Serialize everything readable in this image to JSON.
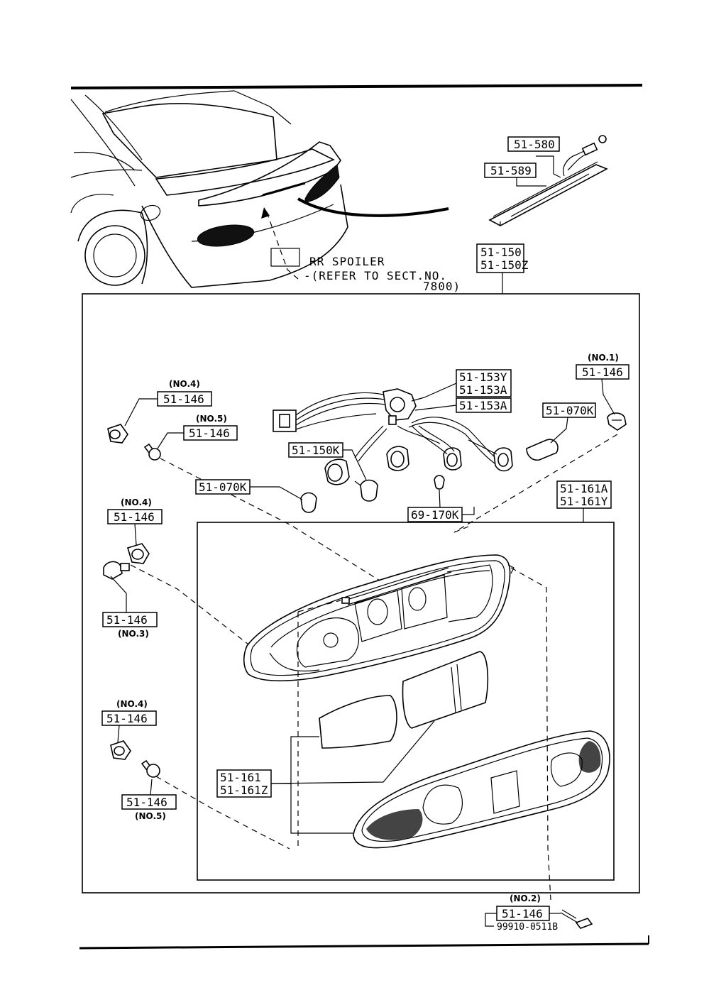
{
  "diagram": {
    "rr_spoiler_note": [
      "RR SPOILER",
      "-(REFER TO SECT.NO.",
      "7800)"
    ],
    "labels": {
      "p51_580": "51-580",
      "p51_589": "51-589",
      "p51_150_a": "51-150",
      "p51_150_b": "51-150Z",
      "p51_153_a": "51-153Y",
      "p51_153_b": "51-153A",
      "p51_153_c": "51-153A",
      "p51_146_no1": "51-146",
      "no1": "(NO.1)",
      "p51_070k_r": "51-070K",
      "p51_146_no4_a": "51-146",
      "no4_a": "(NO.4)",
      "p51_146_no5_a": "51-146",
      "no5_a": "(NO.5)",
      "p51_150k": "51-150K",
      "p51_070k_l": "51-070K",
      "p69_170k": "69-170K",
      "p51_161_a": "51-161A",
      "p51_161_b": "51-161Y",
      "no4_b": "(NO.4)",
      "p51_146_no4_b": "51-146",
      "p51_146_no3": "51-146",
      "no3": "(NO.3)",
      "no4_c": "(NO.4)",
      "p51_146_no4_c": "51-146",
      "p51_146_no5_b": "51-146",
      "no5_b": "(NO.5)",
      "p51_161_c": "51-161",
      "p51_161_d": "51-161Z",
      "no2": "(NO.2)",
      "p51_146_no2": "51-146",
      "p99910": "99910-0511B"
    }
  }
}
